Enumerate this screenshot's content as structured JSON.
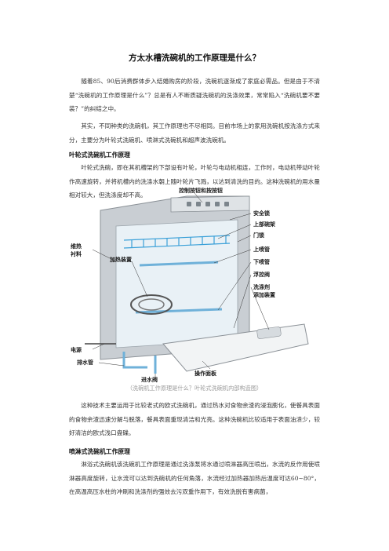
{
  "title": "方太水槽洗碗机的工作原理是什么？",
  "paragraphs": {
    "p1": "随着85、90后消费群体步入结婚购房的阶段，洗碗机逐渐成了家庭必需品。但是由于不清楚“洗碗机的工作原理是什么”？总是有人不断质疑洗碗机的洗涤效果，常常陷入“洗碗机要不要装？”的纠结之中。",
    "p2": "其实，不同种类的洗碗机，其工作原理也不尽相同。目前市场上的家用洗碗机按洗涤方式来分，主要分为叶轮式洗碗机、喷淋式洗碗机和超声波洗碗机。",
    "p3": "叶轮式洗碗，即在其机槽架的下部设有叶轮，叶轮与电动机相连，工作时，电动机带动叶轮作高速旋转，并将机槽内的洗涤水朝上随叶轮片飞溅，以达到清洗的目的。这种洗碗机的用水量相对较大，但洗涤度却不高。",
    "p4": "这种技术主要运用于比较老式的欧式洗碗机，通过热水对食物余渣的浸泡膨化，使餐具表面的食物余渣迅速分解与脱落，餐具表面重现清洁和光亮。这种洗碗机比较适用于表面油渍少，较好清洁的欧式浅口盘碟。",
    "p5": "淋浴式洗碗机该洗碗机工作原理是通过洗涤泵将水通过喷淋器高压喷出，水流的反作用使喷淋器高度旋转，让水流可以达到洗碗机的任何角落，水流经过加热器加热后温度可达60~80°，在高温高压水柱的冲刷和洗涤剂的强效去污双重作用下，有效洗脱有害病菌，"
  },
  "headings": {
    "h1": "叶轮式洗碗机工作原理",
    "h2": "喷淋式洗碗机工作原理"
  },
  "figure": {
    "caption": "（洗碗机工作原理是什么？叶轮式洗碗机内部构造图）",
    "labels": {
      "control": "控制按钮和按按钮",
      "safety_lock": "安全锁",
      "upper_rack": "上部碗架",
      "door_lock": "门锁",
      "upper_spray": "上喷管",
      "lower_spray": "下喷管",
      "float": "浮控阀",
      "detergent": "洗涤剂",
      "rinse_aid": "添加装置",
      "insulation": "维热",
      "insulation2": "衬料",
      "heater": "加热装置",
      "power": "电源",
      "drain": "排水管",
      "inlet": "进水阀",
      "panel": "操作面板"
    },
    "colors": {
      "body": "#c9ced3",
      "interior": "#e9f1f6",
      "water": "#3aa0d8",
      "pipe": "#6fb1d9"
    }
  }
}
